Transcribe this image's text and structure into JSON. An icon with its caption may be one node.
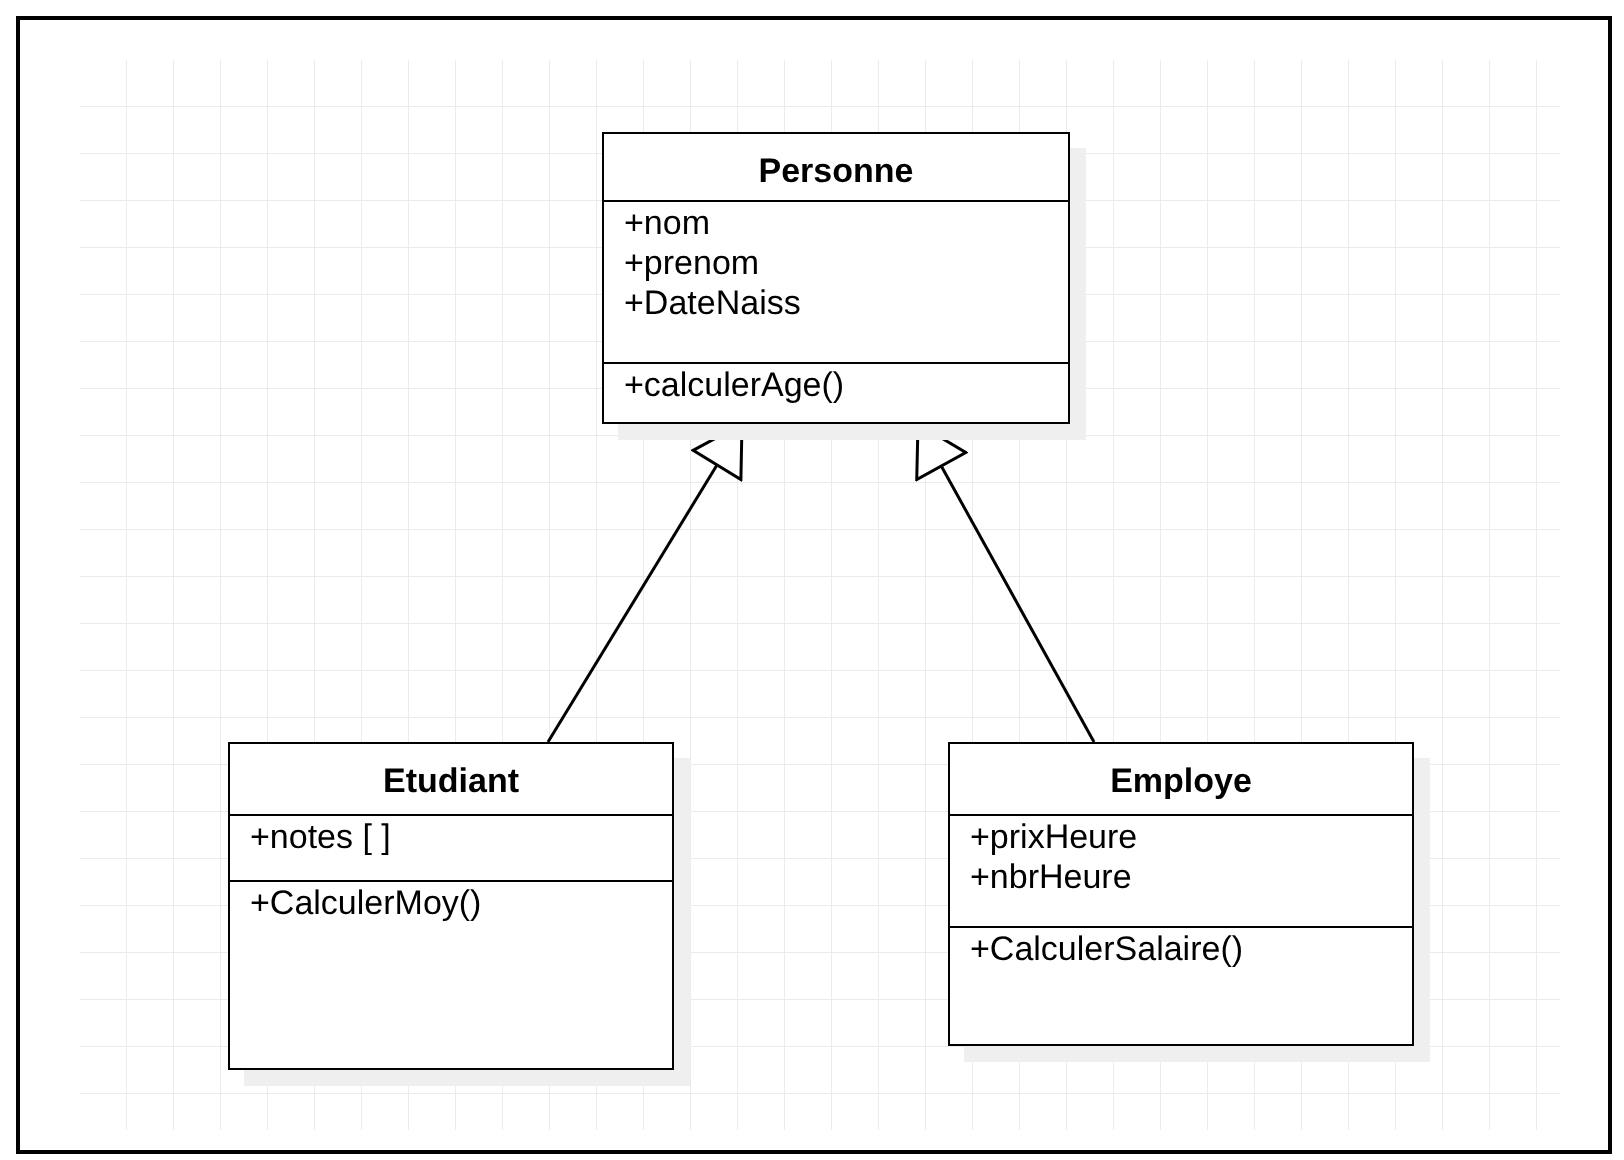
{
  "diagram": {
    "nodes": [
      {
        "text": [
          "Personne"
        ]
      },
      {
        "text": [
          "+nom",
          "+prenom",
          "+DateNaiss"
        ],
        "in": 0
      },
      {
        "text": [
          "+calculerAge()"
        ],
        "in": 0
      },
      {
        "text": [
          "Etudiant"
        ]
      },
      {
        "text": [
          "+notes [ ]"
        ],
        "in": 3
      },
      {
        "text": [
          "+CalculerMoy()"
        ],
        "in": 3
      },
      {
        "text": [
          "Employe"
        ]
      },
      {
        "text": [
          "+prixHeure",
          "+nbrHeure"
        ],
        "in": 6
      },
      {
        "text": [
          "+CalculerSalaire()"
        ],
        "in": 6
      }
    ],
    "edges": [
      {
        "from": 3,
        "to": 0,
        "arrow": "to"
      },
      {
        "from": 6,
        "to": 0,
        "arrow": "to"
      }
    ]
  }
}
